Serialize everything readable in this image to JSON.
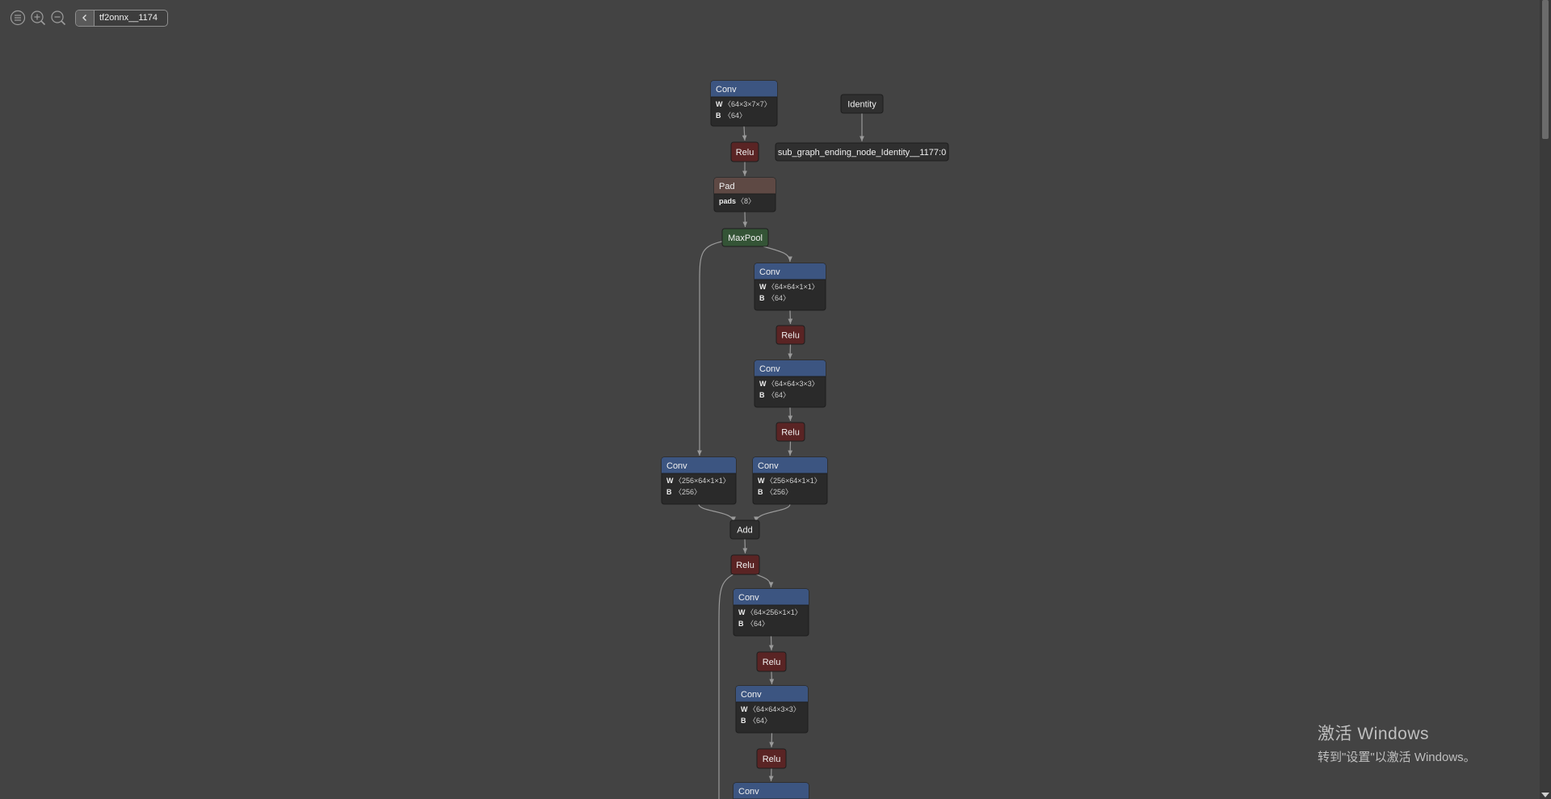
{
  "toolbar": {
    "icons": [
      "sidebar-menu-icon",
      "zoom-in-icon",
      "zoom-out-icon",
      "chevron-left-icon"
    ],
    "breadcrumb": "tf2onnx__1174"
  },
  "graph_nodes": [
    {
      "id": "conv1",
      "title": "Conv",
      "kind": "conv",
      "attrs": [
        {
          "k": "W",
          "v": "〈64×3×7×7〉"
        },
        {
          "k": "B",
          "v": "〈64〉"
        }
      ]
    },
    {
      "id": "relu1",
      "title": "Relu",
      "kind": "relu"
    },
    {
      "id": "pad1",
      "title": "Pad",
      "kind": "pad",
      "attrs": [
        {
          "k": "pads",
          "v": "〈8〉"
        }
      ]
    },
    {
      "id": "maxpool1",
      "title": "MaxPool",
      "kind": "pool"
    },
    {
      "id": "identity1",
      "title": "Identity",
      "kind": "misc"
    },
    {
      "id": "output1",
      "title": "sub_graph_ending_node_Identity__1177:0",
      "kind": "output"
    },
    {
      "id": "conv2",
      "title": "Conv",
      "kind": "conv",
      "attrs": [
        {
          "k": "W",
          "v": "〈64×64×1×1〉"
        },
        {
          "k": "B",
          "v": "〈64〉"
        }
      ]
    },
    {
      "id": "relu2",
      "title": "Relu",
      "kind": "relu"
    },
    {
      "id": "conv3",
      "title": "Conv",
      "kind": "conv",
      "attrs": [
        {
          "k": "W",
          "v": "〈64×64×3×3〉"
        },
        {
          "k": "B",
          "v": "〈64〉"
        }
      ]
    },
    {
      "id": "relu3",
      "title": "Relu",
      "kind": "relu"
    },
    {
      "id": "conv4",
      "title": "Conv",
      "kind": "conv",
      "attrs": [
        {
          "k": "W",
          "v": "〈256×64×1×1〉"
        },
        {
          "k": "B",
          "v": "〈256〉"
        }
      ]
    },
    {
      "id": "conv5",
      "title": "Conv",
      "kind": "conv",
      "attrs": [
        {
          "k": "W",
          "v": "〈256×64×1×1〉"
        },
        {
          "k": "B",
          "v": "〈256〉"
        }
      ]
    },
    {
      "id": "add1",
      "title": "Add",
      "kind": "misc"
    },
    {
      "id": "relu4",
      "title": "Relu",
      "kind": "relu"
    },
    {
      "id": "conv6",
      "title": "Conv",
      "kind": "conv",
      "attrs": [
        {
          "k": "W",
          "v": "〈64×256×1×1〉"
        },
        {
          "k": "B",
          "v": "〈64〉"
        }
      ]
    },
    {
      "id": "relu5",
      "title": "Relu",
      "kind": "relu"
    },
    {
      "id": "conv7",
      "title": "Conv",
      "kind": "conv",
      "attrs": [
        {
          "k": "W",
          "v": "〈64×64×3×3〉"
        },
        {
          "k": "B",
          "v": "〈64〉"
        }
      ]
    },
    {
      "id": "relu6",
      "title": "Relu",
      "kind": "relu"
    },
    {
      "id": "conv8",
      "title": "Conv",
      "kind": "conv"
    }
  ],
  "graph_edges": [
    [
      "conv1",
      "relu1"
    ],
    [
      "relu1",
      "pad1"
    ],
    [
      "pad1",
      "maxpool1"
    ],
    [
      "identity1",
      "output1"
    ],
    [
      "maxpool1",
      "conv2"
    ],
    [
      "maxpool1",
      "conv4"
    ],
    [
      "conv2",
      "relu2"
    ],
    [
      "relu2",
      "conv3"
    ],
    [
      "conv3",
      "relu3"
    ],
    [
      "relu3",
      "conv5"
    ],
    [
      "conv4",
      "add1"
    ],
    [
      "conv5",
      "add1"
    ],
    [
      "add1",
      "relu4"
    ],
    [
      "relu4",
      "conv6"
    ],
    [
      "relu4",
      "bypass"
    ],
    [
      "conv6",
      "relu5"
    ],
    [
      "relu5",
      "conv7"
    ],
    [
      "conv7",
      "relu6"
    ],
    [
      "relu6",
      "conv8"
    ]
  ],
  "colors": {
    "background": "#434343",
    "conv": "#3c5581",
    "relu": "#5a2424",
    "pad": "#5e4944",
    "pool": "#345436",
    "misc": "#2f2f2f",
    "attr_body": "#2a2a2a",
    "edge": "#9a9a9a"
  },
  "watermark": {
    "title": "激活 Windows",
    "subtitle": "转到\"设置\"以激活 Windows。"
  }
}
